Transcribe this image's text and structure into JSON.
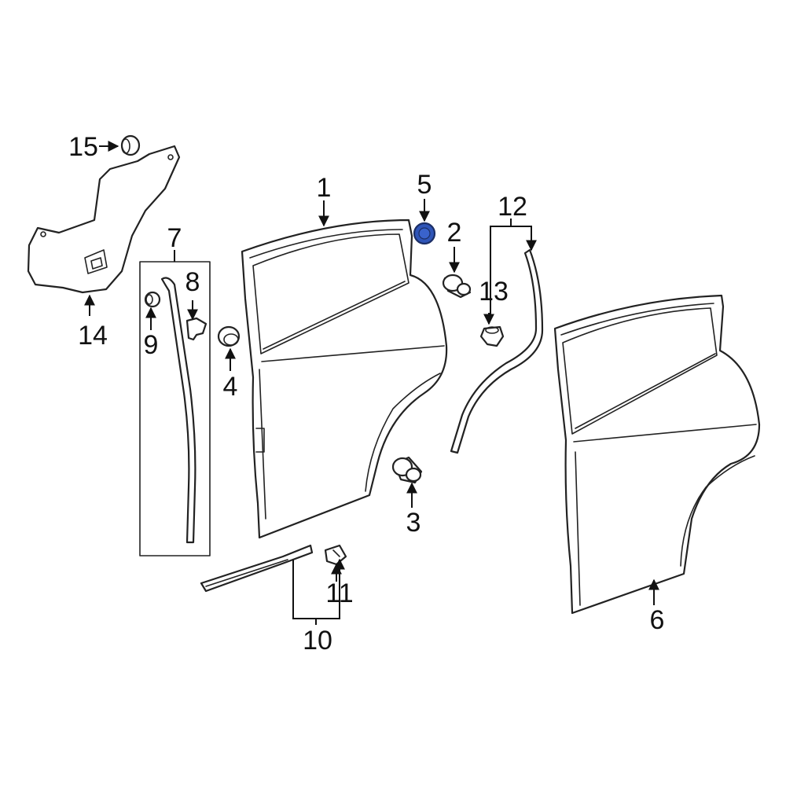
{
  "callouts": {
    "c1": "1",
    "c2": "2",
    "c3": "3",
    "c4": "4",
    "c5": "5",
    "c6": "6",
    "c7": "7",
    "c8": "8",
    "c9": "9",
    "c10": "10",
    "c11": "11",
    "c12": "12",
    "c13": "13",
    "c14": "14",
    "c15": "15"
  },
  "colors": {
    "highlight_part": "#2f55b8",
    "line": "#222222",
    "background": "#ffffff"
  }
}
